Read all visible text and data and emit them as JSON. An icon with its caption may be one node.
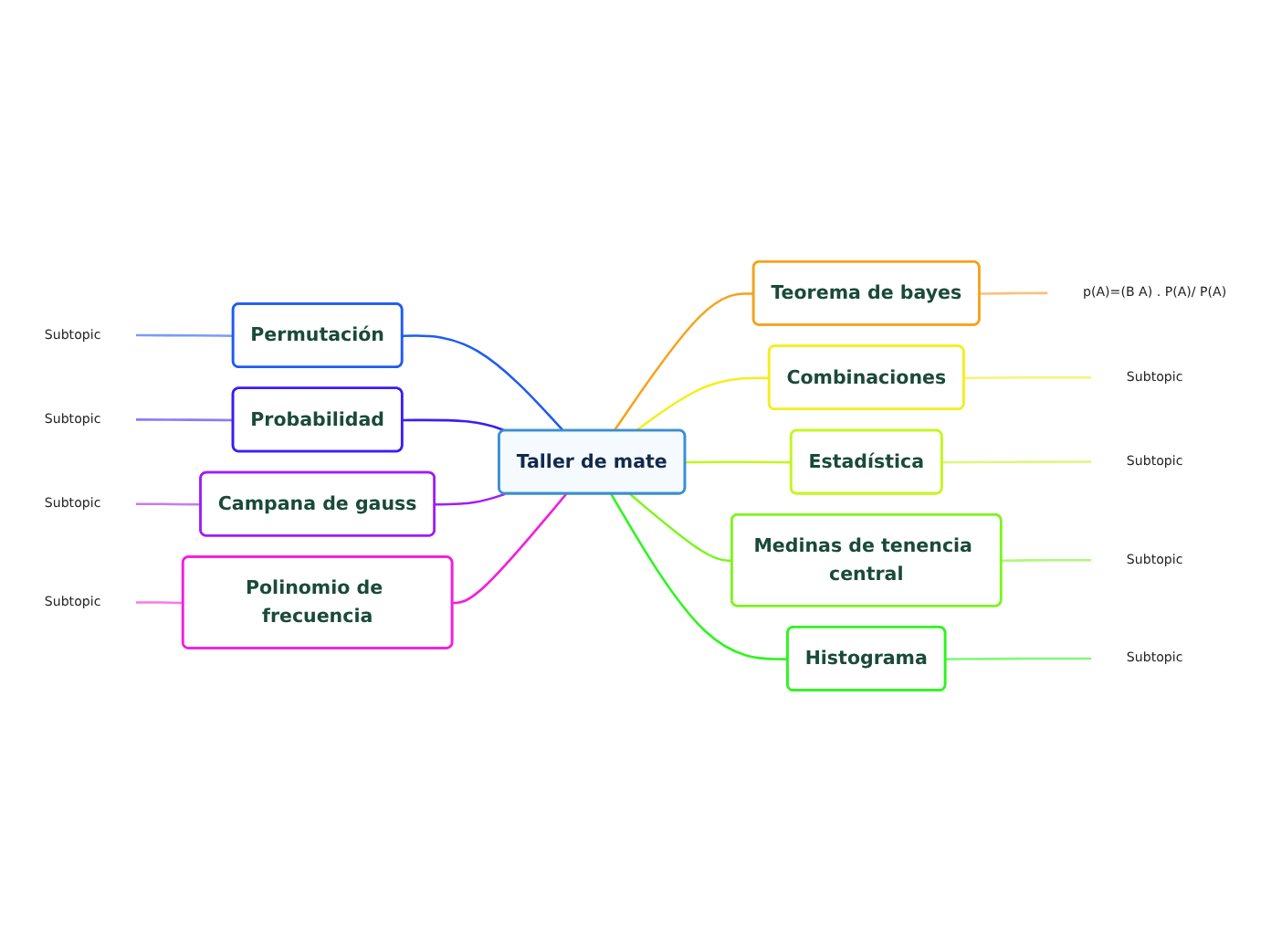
{
  "diagram": {
    "nodes": [
      {
        "text": [
          "Taller de mate"
        ]
      },
      {
        "text": [
          "Teorema de bayes"
        ]
      },
      {
        "text": [
          "p(A)=(B A) . P(A)/ P(A)"
        ]
      },
      {
        "text": [
          "Combinaciones"
        ]
      },
      {
        "text": [
          "Subtopic"
        ]
      },
      {
        "text": [
          "Estadística"
        ]
      },
      {
        "text": [
          "Subtopic"
        ]
      },
      {
        "text": [
          "Medinas de tenencia central"
        ]
      },
      {
        "text": [
          "Subtopic"
        ]
      },
      {
        "text": [
          "Histograma"
        ]
      },
      {
        "text": [
          "Subtopic"
        ]
      },
      {
        "text": [
          "Permutación"
        ]
      },
      {
        "text": [
          "Subtopic"
        ]
      },
      {
        "text": [
          "Probabilidad"
        ]
      },
      {
        "text": [
          "Subtopic"
        ]
      },
      {
        "text": [
          "Campana de gauss"
        ]
      },
      {
        "text": [
          "Subtopic"
        ]
      },
      {
        "text": [
          "Polinomio de frecuencia"
        ]
      },
      {
        "text": [
          "Subtopic"
        ]
      }
    ],
    "edges": [
      {
        "from": 0,
        "to": 1,
        "arrow": "none",
        "color": "#f7a21b"
      },
      {
        "from": 1,
        "to": 2,
        "arrow": "none",
        "color": "#f9c07a"
      },
      {
        "from": 0,
        "to": 3,
        "arrow": "none",
        "color": "#f5ee1d"
      },
      {
        "from": 3,
        "to": 4,
        "arrow": "none",
        "color": "#f8f27a"
      },
      {
        "from": 0,
        "to": 5,
        "arrow": "none",
        "color": "#c5f51d"
      },
      {
        "from": 5,
        "to": 6,
        "arrow": "none",
        "color": "#dcf87a"
      },
      {
        "from": 0,
        "to": 7,
        "arrow": "none",
        "color": "#7df51d"
      },
      {
        "from": 7,
        "to": 8,
        "arrow": "none",
        "color": "#b0f87a"
      },
      {
        "from": 0,
        "to": 9,
        "arrow": "none",
        "color": "#2ef51d"
      },
      {
        "from": 9,
        "to": 10,
        "arrow": "none",
        "color": "#82f87a"
      },
      {
        "from": 11,
        "to": 0,
        "arrow": "none",
        "color": "#1d5cf5"
      },
      {
        "from": 12,
        "to": 11,
        "arrow": "none",
        "color": "#7a9cf8"
      },
      {
        "from": 13,
        "to": 0,
        "arrow": "none",
        "color": "#3b1df5"
      },
      {
        "from": 14,
        "to": 13,
        "arrow": "none",
        "color": "#8b7af8"
      },
      {
        "from": 15,
        "to": 0,
        "arrow": "none",
        "color": "#a01df5"
      },
      {
        "from": 16,
        "to": 15,
        "arrow": "none",
        "color": "#c87af8"
      },
      {
        "from": 17,
        "to": 0,
        "arrow": "none",
        "color": "#f51ddc"
      },
      {
        "from": 18,
        "to": 17,
        "arrow": "none",
        "color": "#f87ae9"
      }
    ]
  }
}
